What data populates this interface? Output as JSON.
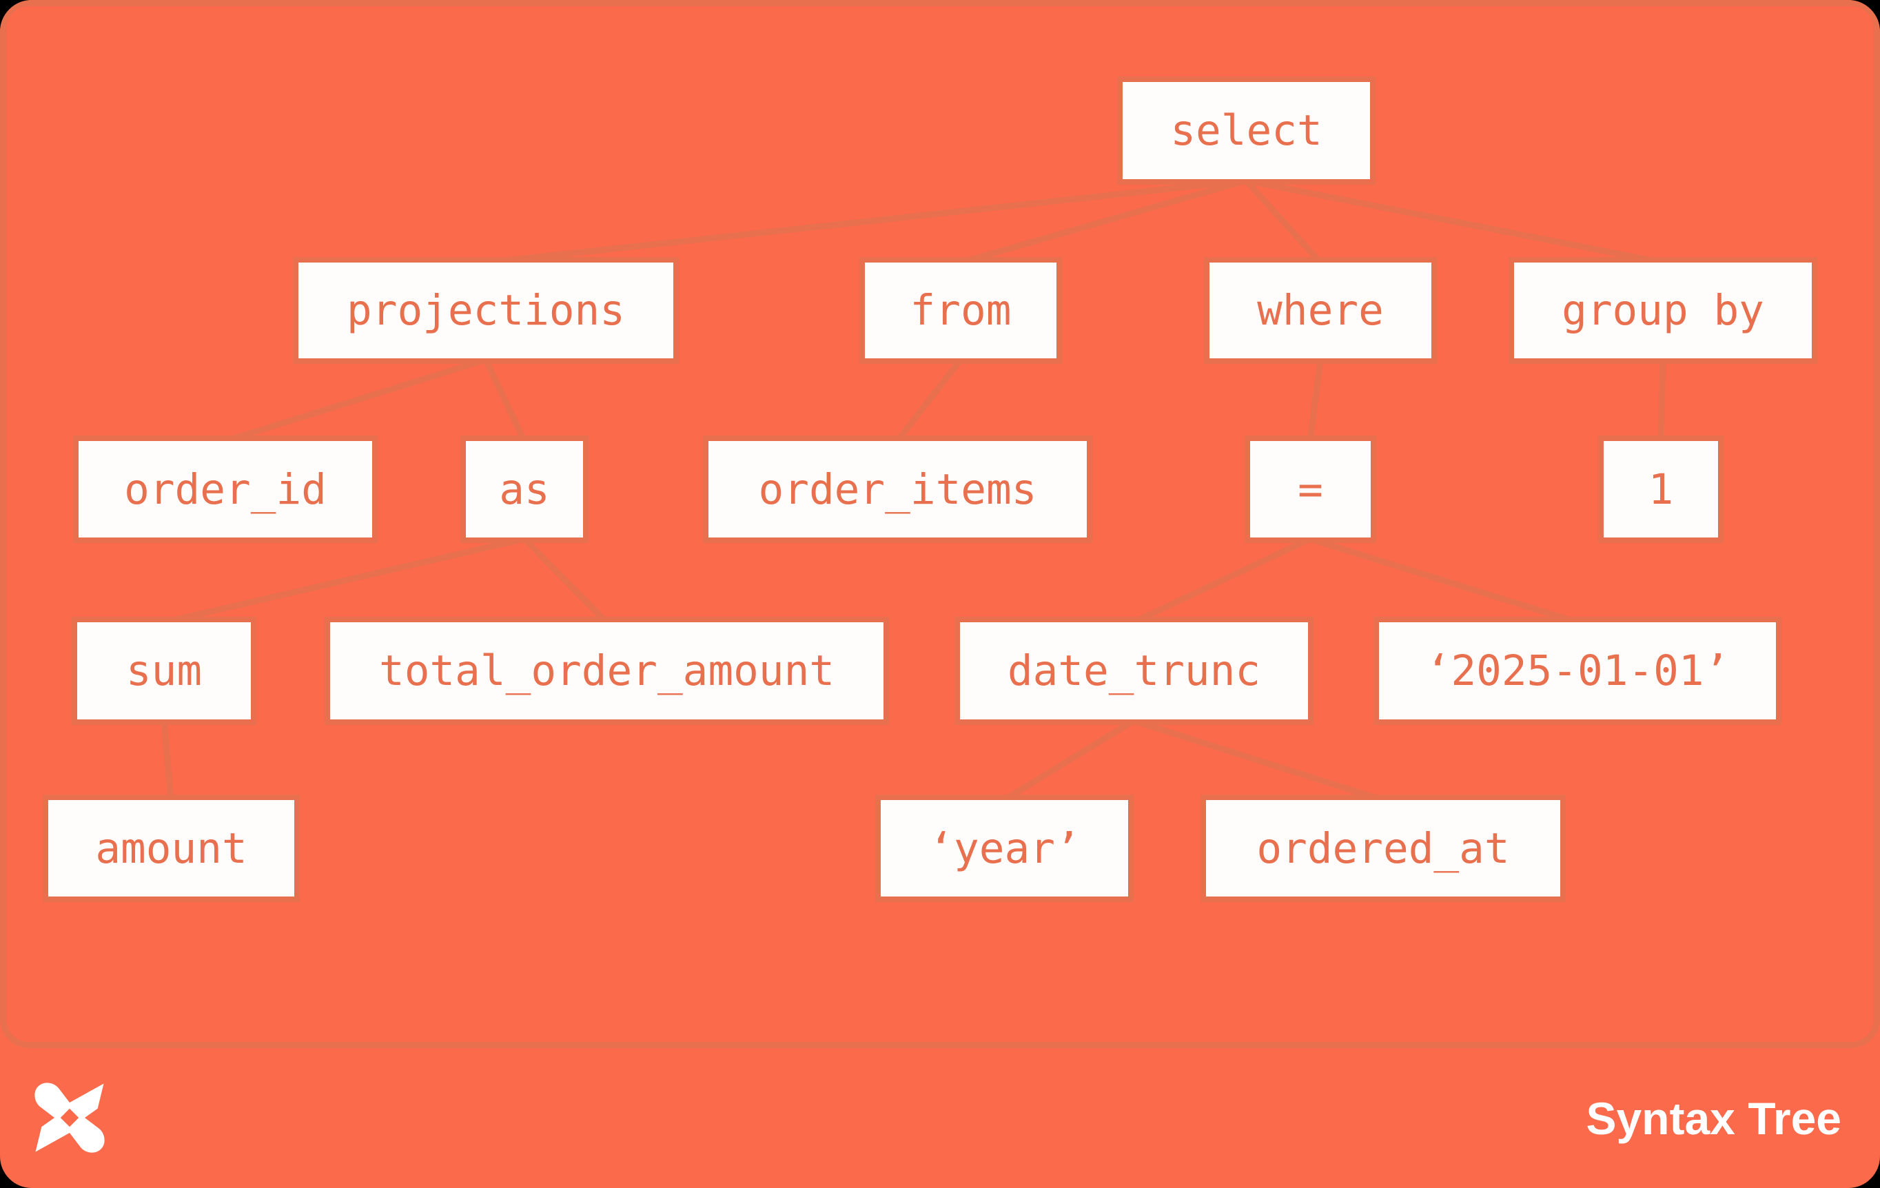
{
  "theme": {
    "accent_coral": "#E8704E",
    "panel_background": "#F8D9BF",
    "node_background": "#FFFDFB",
    "footer_background": "#FB6A4B",
    "footer_text_color": "#FFFFFF"
  },
  "tree": {
    "description": "SQL abstract syntax tree diagram",
    "nodes": [
      {
        "id": "select",
        "label": "select",
        "parent": null
      },
      {
        "id": "projections",
        "label": "projections",
        "parent": "select"
      },
      {
        "id": "from",
        "label": "from",
        "parent": "select"
      },
      {
        "id": "where",
        "label": "where",
        "parent": "select"
      },
      {
        "id": "group-by",
        "label": "group by",
        "parent": "select"
      },
      {
        "id": "order-id",
        "label": "order_id",
        "parent": "projections"
      },
      {
        "id": "as",
        "label": "as",
        "parent": "projections"
      },
      {
        "id": "order-items",
        "label": "order_items",
        "parent": "from"
      },
      {
        "id": "equals",
        "label": "=",
        "parent": "where"
      },
      {
        "id": "one",
        "label": "1",
        "parent": "group-by"
      },
      {
        "id": "sum",
        "label": "sum",
        "parent": "as"
      },
      {
        "id": "total-order-amount",
        "label": "total_order_amount",
        "parent": "as"
      },
      {
        "id": "date-trunc",
        "label": "date_trunc",
        "parent": "equals"
      },
      {
        "id": "date-literal",
        "label": "‘2025-01-01’",
        "parent": "equals"
      },
      {
        "id": "amount",
        "label": "amount",
        "parent": "sum"
      },
      {
        "id": "year-literal",
        "label": "‘year’",
        "parent": "date-trunc"
      },
      {
        "id": "ordered-at",
        "label": "ordered_at",
        "parent": "date-trunc"
      }
    ]
  },
  "footer": {
    "logo": "dbt-logo",
    "title": "Syntax Tree"
  }
}
